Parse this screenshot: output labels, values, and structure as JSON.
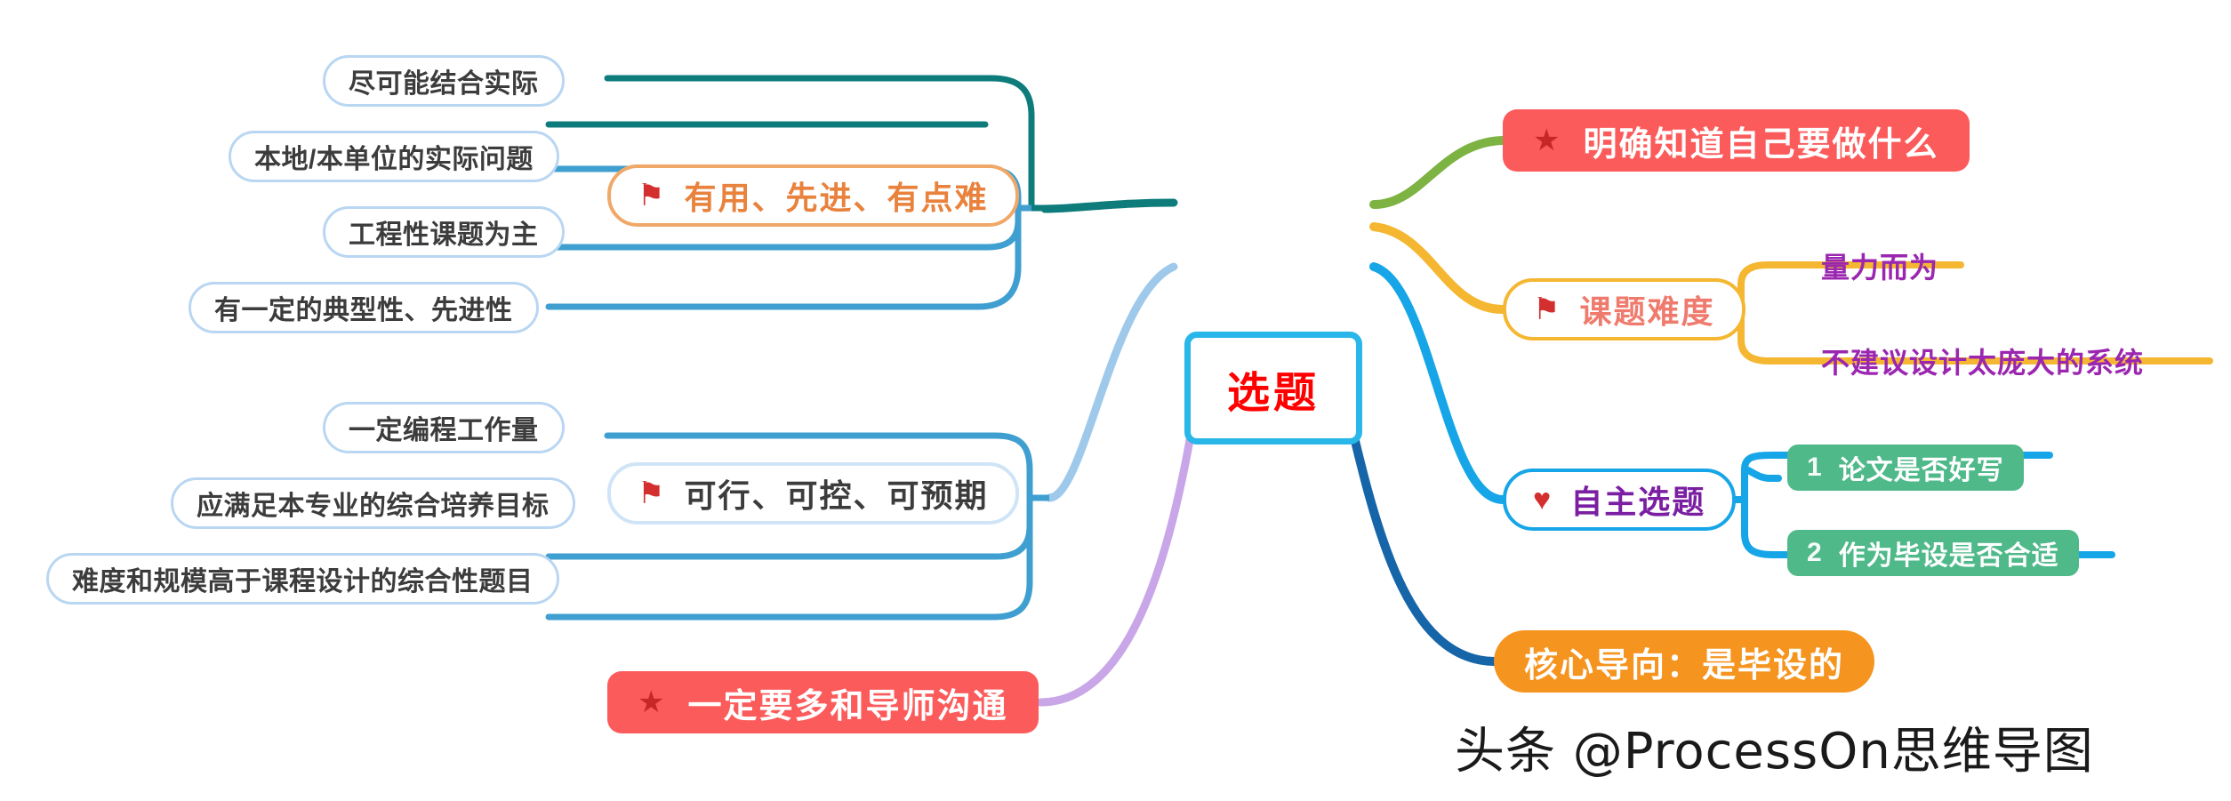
{
  "diagram": {
    "title": "选题",
    "type": "mind-map",
    "root": {
      "label": "选题",
      "text_color": "#ff0000",
      "border_color": "#29b6e8"
    },
    "watermark": "头条 @ProcessOn思维导图",
    "branches": [
      {
        "id": "useful",
        "label": "有用、先进、有点难",
        "icon": "flag-icon",
        "icon_glyph": "⚑",
        "side": "left",
        "text_color": "#e8823c",
        "border_color": "#f0a868",
        "link_color": "#0e7c7b",
        "children": [
          {
            "label": "尽可能结合实际"
          },
          {
            "label": "本地/本单位的实际问题"
          },
          {
            "label": "工程性课题为主"
          },
          {
            "label": "有一定的典型性、先进性"
          }
        ]
      },
      {
        "id": "feasible",
        "label": "可行、可控、可预期",
        "icon": "flag-icon",
        "icon_glyph": "⚑",
        "side": "left",
        "text_color": "#3c3c3c",
        "border_color": "#cfe4f7",
        "link_color": "#9fc9ea",
        "children": [
          {
            "label": "一定编程工作量"
          },
          {
            "label": "应满足本专业的综合培养目标"
          },
          {
            "label": "难度和规模高于课程设计的综合性题目"
          }
        ]
      },
      {
        "id": "talk-to-advisor",
        "label": "一定要多和导师沟通",
        "icon": "star-icon",
        "icon_glyph": "★",
        "side": "left",
        "fill_color": "#fc5b5b",
        "text_color": "#ffffff",
        "link_color": "#c9a6e8",
        "children": []
      },
      {
        "id": "know-what-to-do",
        "label": "明确知道自己要做什么",
        "icon": "star-icon",
        "icon_glyph": "★",
        "side": "right",
        "fill_color": "#fc5b5b",
        "text_color": "#ffffff",
        "link_color": "#7cb342",
        "children": []
      },
      {
        "id": "difficulty",
        "label": "课题难度",
        "icon": "flag-icon",
        "icon_glyph": "⚑",
        "side": "right",
        "text_color": "#ef7b6e",
        "border_color": "#f5b731",
        "link_color": "#f5b731",
        "children": [
          {
            "label": "量力而为",
            "style": "plain",
            "text_color": "#9b27b0"
          },
          {
            "label": "不建议设计太庞大的系统",
            "style": "plain",
            "text_color": "#9b27b0"
          }
        ]
      },
      {
        "id": "self-chosen",
        "label": "自主选题",
        "icon": "heart-icon",
        "icon_glyph": "♥",
        "side": "right",
        "text_color": "#7b1fa2",
        "border_color": "#16a6e8",
        "link_color": "#16a6e8",
        "children": [
          {
            "num": "1",
            "label": "论文是否好写",
            "style": "chip"
          },
          {
            "num": "2",
            "label": "作为毕设是否合适",
            "style": "chip"
          }
        ]
      },
      {
        "id": "core-direction",
        "label": "核心导向：是毕设的",
        "icon": "none",
        "icon_glyph": "",
        "side": "right",
        "fill_color": "#f5941e",
        "text_color": "#ffffff",
        "link_color": "#1565a8",
        "children": []
      }
    ]
  }
}
